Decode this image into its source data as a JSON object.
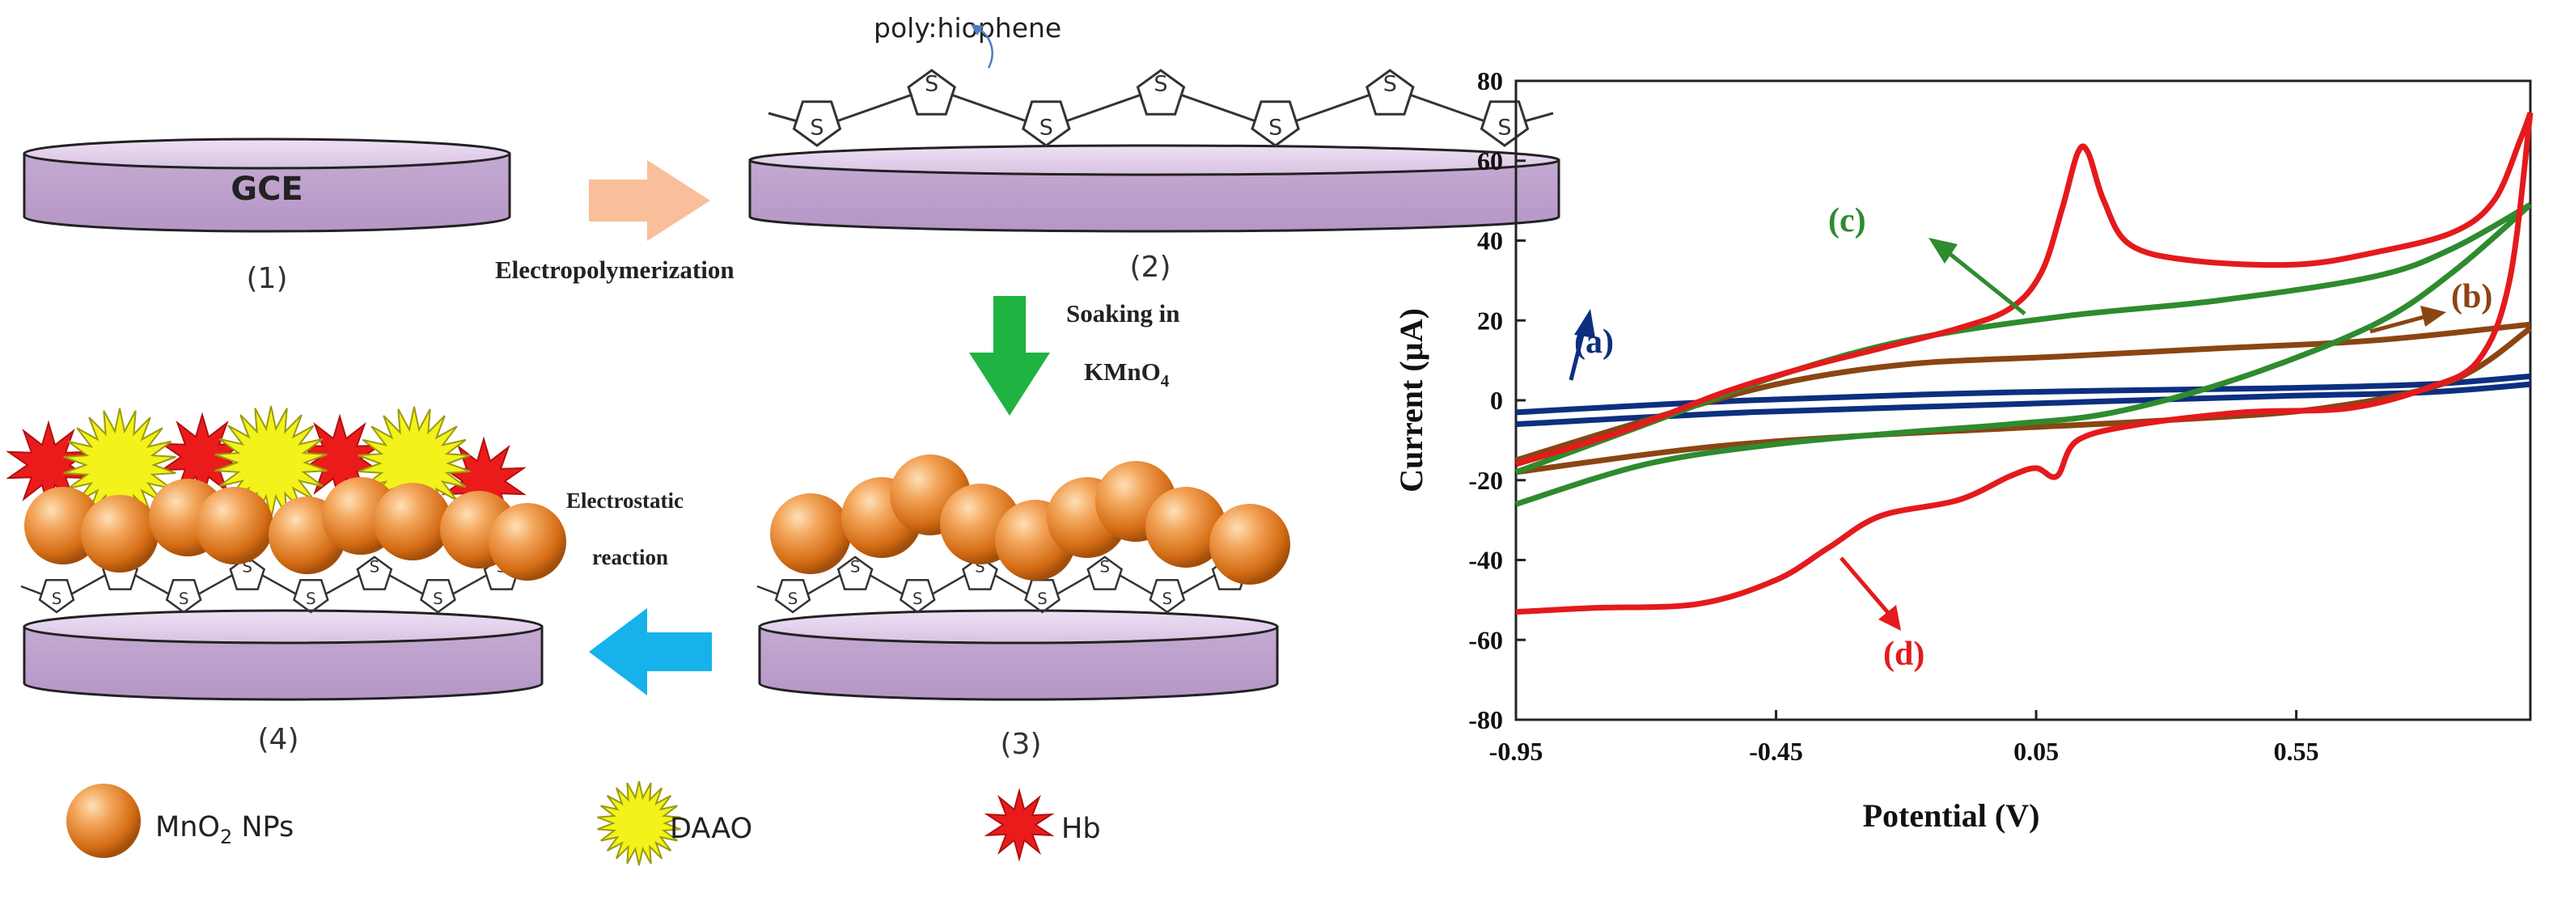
{
  "scheme": {
    "gce_label": "GCE",
    "polymer_label": "poly:hiophene",
    "thiophene_atom": "S",
    "steps": {
      "s1": "(1)",
      "s2": "(2)",
      "s3": "(3)",
      "s4": "(4)"
    },
    "arrows": {
      "a1": {
        "label": "Electropolymerization",
        "color": "#f9be9a"
      },
      "a2": {
        "line1": "Soaking in",
        "line2_main": "KMnO",
        "line2_sub": "4",
        "color": "#1fb341"
      },
      "a3": {
        "line1": "Electrostatic",
        "line2": "reaction",
        "color": "#17b2ec"
      }
    },
    "legend": {
      "mno2_main": "MnO",
      "mno2_sub": "2",
      "mno2_rest": " NPs",
      "daao": "DAAO",
      "hb": "Hb"
    },
    "colors": {
      "electrode": "#c7aed3",
      "nanoparticle": "#e8852a",
      "daao": "#f3f21a",
      "hb": "#ec1b1b"
    }
  },
  "chart_data": {
    "type": "line",
    "title": "",
    "xlabel": "Potential (V)",
    "ylabel": "Current (µA)",
    "xlim": [
      -0.95,
      1.0
    ],
    "ylim": [
      -80,
      80
    ],
    "xticks": [
      -0.95,
      -0.45,
      0.05,
      0.55
    ],
    "xtick_labels": [
      "-0.95",
      "-0.45",
      "0.05",
      "0.55"
    ],
    "yticks": [
      -80,
      -60,
      -40,
      -20,
      0,
      20,
      40,
      60,
      80
    ],
    "grid": false,
    "series": [
      {
        "name": "(a)",
        "color": "#0d2f80",
        "upper": [
          [
            -0.95,
            -3
          ],
          [
            -0.5,
            0
          ],
          [
            0,
            2
          ],
          [
            0.5,
            3
          ],
          [
            0.8,
            4
          ],
          [
            1.0,
            6
          ]
        ],
        "lower": [
          [
            -0.95,
            -6
          ],
          [
            -0.5,
            -3
          ],
          [
            0,
            -1
          ],
          [
            0.5,
            1
          ],
          [
            0.8,
            2
          ],
          [
            1.0,
            4
          ]
        ]
      },
      {
        "name": "(b)",
        "color": "#8b4513",
        "upper": [
          [
            -0.95,
            -15
          ],
          [
            -0.7,
            -5
          ],
          [
            -0.45,
            4
          ],
          [
            -0.2,
            9
          ],
          [
            0.1,
            11
          ],
          [
            0.4,
            13
          ],
          [
            0.7,
            15
          ],
          [
            1.0,
            19
          ]
        ],
        "lower": [
          [
            -0.95,
            -18
          ],
          [
            -0.6,
            -12
          ],
          [
            -0.3,
            -9
          ],
          [
            0,
            -7
          ],
          [
            0.3,
            -5
          ],
          [
            0.6,
            -2
          ],
          [
            0.85,
            5
          ],
          [
            1.0,
            18
          ]
        ]
      },
      {
        "name": "(c)",
        "color": "#2e8b2e",
        "upper": [
          [
            -0.95,
            -18
          ],
          [
            -0.7,
            -6
          ],
          [
            -0.45,
            6
          ],
          [
            -0.2,
            15
          ],
          [
            0.1,
            21
          ],
          [
            0.4,
            25
          ],
          [
            0.7,
            31
          ],
          [
            0.85,
            38
          ],
          [
            1.0,
            49
          ]
        ],
        "lower": [
          [
            -0.95,
            -26
          ],
          [
            -0.7,
            -16
          ],
          [
            -0.45,
            -11
          ],
          [
            -0.2,
            -8
          ],
          [
            0,
            -6
          ],
          [
            0.2,
            -3
          ],
          [
            0.45,
            6
          ],
          [
            0.7,
            19
          ],
          [
            0.85,
            32
          ],
          [
            1.0,
            49
          ]
        ]
      },
      {
        "name": "(d)",
        "color": "#e41a1c",
        "upper": [
          [
            -0.95,
            -16
          ],
          [
            -0.75,
            -8
          ],
          [
            -0.55,
            2
          ],
          [
            -0.4,
            8
          ],
          [
            -0.25,
            13
          ],
          [
            -0.1,
            18
          ],
          [
            0.0,
            23
          ],
          [
            0.06,
            32
          ],
          [
            0.1,
            48
          ],
          [
            0.13,
            62
          ],
          [
            0.15,
            62
          ],
          [
            0.18,
            50
          ],
          [
            0.23,
            39
          ],
          [
            0.35,
            35
          ],
          [
            0.55,
            34
          ],
          [
            0.7,
            37
          ],
          [
            0.85,
            42
          ],
          [
            0.93,
            50
          ],
          [
            0.98,
            65
          ],
          [
            1.0,
            72
          ]
        ],
        "lower": [
          [
            -0.95,
            -53
          ],
          [
            -0.8,
            -52
          ],
          [
            -0.6,
            -51
          ],
          [
            -0.45,
            -45
          ],
          [
            -0.35,
            -37
          ],
          [
            -0.25,
            -29
          ],
          [
            -0.1,
            -25
          ],
          [
            0.0,
            -19
          ],
          [
            0.05,
            -17
          ],
          [
            0.09,
            -19
          ],
          [
            0.13,
            -10
          ],
          [
            0.25,
            -6
          ],
          [
            0.45,
            -3
          ],
          [
            0.65,
            -2
          ],
          [
            0.8,
            3
          ],
          [
            0.9,
            10
          ],
          [
            0.96,
            30
          ],
          [
            1.0,
            72
          ]
        ]
      }
    ]
  }
}
